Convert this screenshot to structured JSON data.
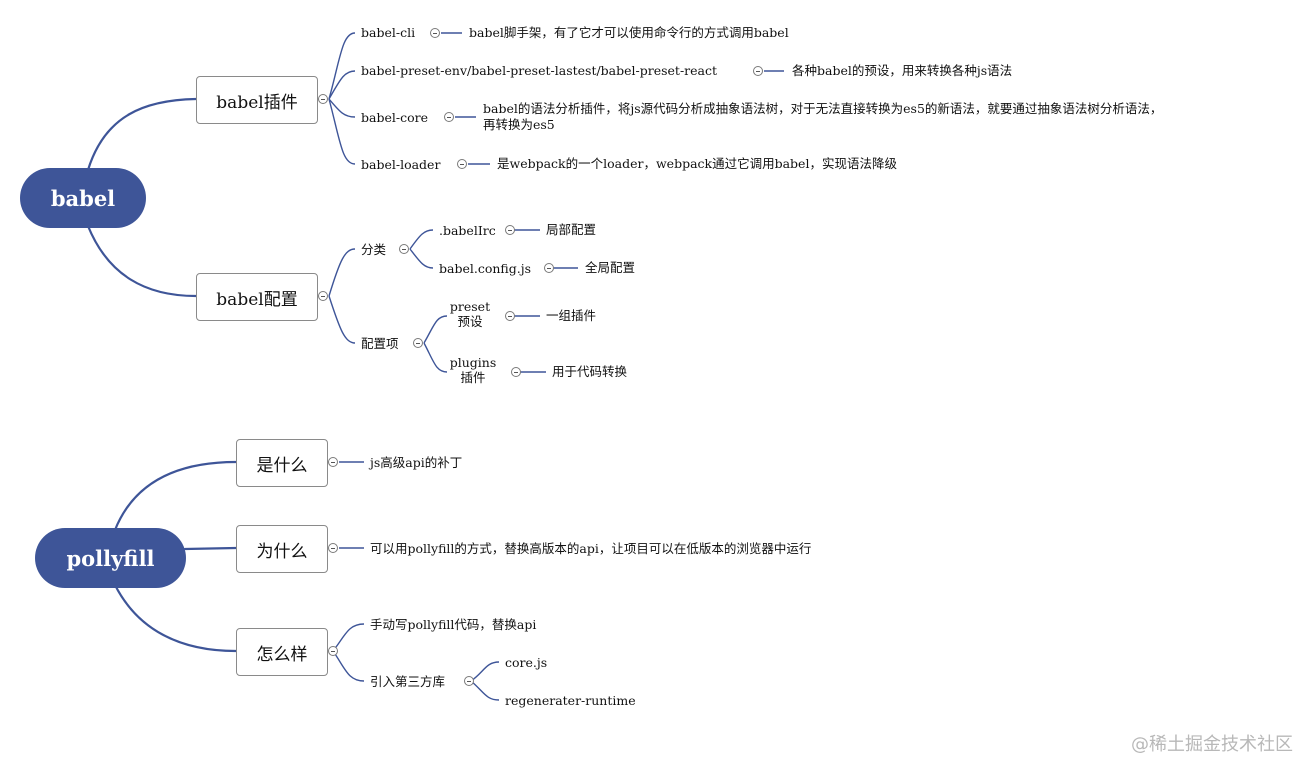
{
  "colors": {
    "root_fill": "#3e5598",
    "branch_line": "#3e5598",
    "box_border": "#8a8a8a"
  },
  "babel": {
    "root": "babel",
    "plugins": {
      "label": "babel插件",
      "items": [
        {
          "name": "babel-cli",
          "desc": "babel脚手架，有了它才可以使用命令行的方式调用babel"
        },
        {
          "name": "babel-preset-env/babel-preset-lastest/babel-preset-react",
          "desc": "各种babel的预设，用来转换各种js语法"
        },
        {
          "name": "babel-core",
          "desc_line1": "babel的语法分析插件，将js源代码分析成抽象语法树，对于无法直接转换为es5的新语法，就要通过抽象语法树分析语法，",
          "desc_line2": "再转换为es5"
        },
        {
          "name": "babel-loader",
          "desc": "是webpack的一个loader，webpack通过它调用babel，实现语法降级"
        }
      ]
    },
    "config": {
      "label": "babel配置",
      "category": {
        "label": "分类",
        "items": [
          {
            "name": ".babelIrc",
            "desc": "局部配置"
          },
          {
            "name": "babel.config.js",
            "desc": "全局配置"
          }
        ]
      },
      "options": {
        "label": "配置项",
        "items": [
          {
            "line1": "preset",
            "line2": "预设",
            "desc": "一组插件"
          },
          {
            "line1": "plugins",
            "line2": "插件",
            "desc": "用于代码转换"
          }
        ]
      }
    }
  },
  "pollyfill": {
    "root": "pollyfill",
    "what": {
      "label": "是什么",
      "desc": "js高级api的补丁"
    },
    "why": {
      "label": "为什么",
      "desc": "可以用pollyfill的方式，替换高版本的api，让项目可以在低版本的浏览器中运行"
    },
    "how": {
      "label": "怎么样",
      "manual": "手动写pollyfill代码，替换api",
      "third_party": {
        "label": "引入第三方库",
        "items": [
          "core.js",
          "regenerater-runtime"
        ]
      }
    }
  },
  "watermark": "@稀土掘金技术社区"
}
